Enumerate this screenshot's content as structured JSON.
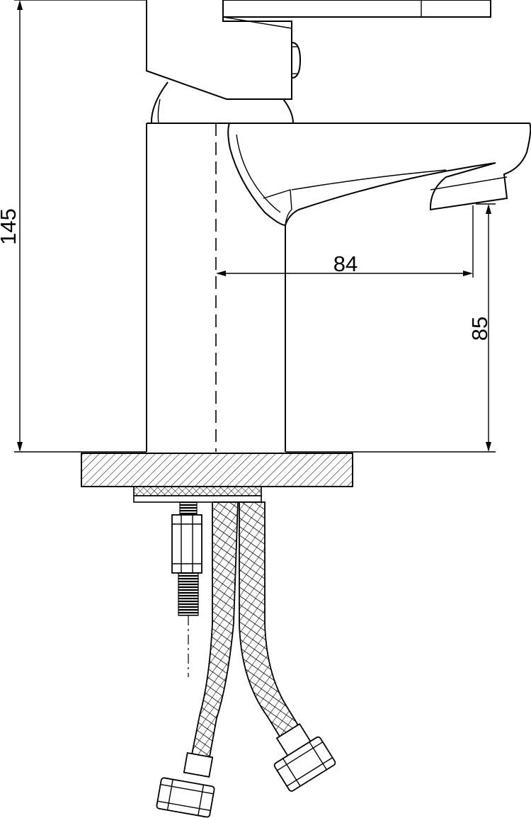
{
  "dimensions": {
    "overall_height": "145",
    "spout_reach": "84",
    "spout_height": "85"
  }
}
